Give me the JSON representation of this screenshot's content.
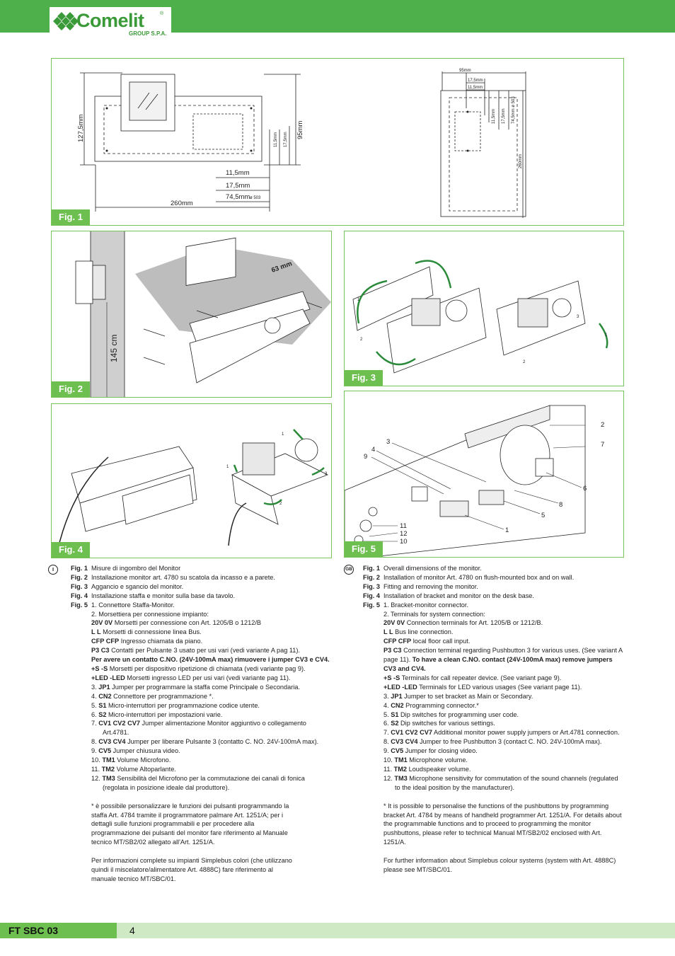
{
  "header": {
    "brand": "Comelit",
    "brand_sub": "GROUP S.P.A.",
    "reg": "®",
    "brand_color": "#3a9a37",
    "bar_color": "#4db04a"
  },
  "fig1": {
    "tag": "Fig. 1",
    "d_1275": "127,5mm",
    "d_260": "260mm",
    "d_95": "95mm",
    "d_115": "11,5mm",
    "d_175": "17,5mm",
    "d_745": "74,5mm",
    "d_503": "ø 503",
    "d_v115": "11,5mm",
    "d_v175": "17,5mm",
    "r_95": "95mm",
    "r_175": "17,5mm",
    "r_115": "11,5mm",
    "r_v115": "11,5mm",
    "r_v175": "17,5mm",
    "r_v745": "74,5mm ø 503",
    "r_260": "260mm"
  },
  "fig2": {
    "tag": "Fig. 2",
    "d_63": "63 mm",
    "d_145": "145 cm"
  },
  "fig3": {
    "tag": "Fig. 3",
    "c1": "1",
    "c2": "2",
    "c3": "3",
    "c4": "1",
    "c5": "2"
  },
  "fig4": {
    "tag": "Fig. 4",
    "c1": "1",
    "c2": "1",
    "c3": "2",
    "c4": "3"
  },
  "fig5": {
    "tag": "Fig. 5",
    "labels": [
      "2",
      "7",
      "6",
      "8",
      "5",
      "1",
      "3",
      "4",
      "9",
      "11",
      "12",
      "10"
    ]
  },
  "it": {
    "mark": "I",
    "figs": [
      {
        "label": "Fig. 1",
        "text": "Misure di ingombro del Monitor"
      },
      {
        "label": "Fig. 2",
        "text": "Installazione monitor art. 4780 su scatola da incasso e a parete."
      },
      {
        "label": "Fig. 3",
        "text": "Aggancio e sgancio del monitor."
      },
      {
        "label": "Fig. 4",
        "text": "Installazione staffa e monitor sulla base da tavolo."
      },
      {
        "label": "Fig. 5",
        "text": "1.   Connettore Staffa-Monitor."
      }
    ],
    "l2": "2.   Morsettiera per connessione impianto:",
    "l3b": "20V 0V",
    "l3": " Morsetti per connessione con Art. 1205/B o 1212/B",
    "l4b": "L L",
    "l4": " Morsetti di connessione linea Bus.",
    "l5b": "CFP CFP",
    "l5": " Ingresso chiamata da piano.",
    "l6b": "P3 C3",
    "l6": " Contatti per Pulsante 3 usato per usi vari (vedi variante A pag 11).",
    "l7b": "Per avere un contatto C.NO. (24V-100mA max) rimuovere i jumper CV3 e CV4.",
    "l8b": "+S -S",
    "l8": " Morsetti per dispositivo ripetizione di chiamata (vedi variante pag 9).",
    "l9b": "+LED -LED",
    "l9": " Morsetti ingresso LED per usi vari (vedi variante pag 11).",
    "n3a": "3.   ",
    "n3b": "JP1",
    "n3": " Jumper per programmare la staffa come Principale o Secondaria.",
    "n4a": "4.   ",
    "n4b": "CN2",
    "n4": " Connettore per programmazione *.",
    "n5a": "5.   ",
    "n5b": "S1",
    "n5": " Micro-interruttori per programmazione codice utente.",
    "n6a": "6.   ",
    "n6b": "S2",
    "n6": " Micro-interruttori per impostazioni varie.",
    "n7a": "7.   ",
    "n7b": "CV1 CV2 CV7",
    "n7": " Jumper alimentazione Monitor aggiuntivo o collegamento Art.4781.",
    "n8a": "8.   ",
    "n8b": "CV3 CV4",
    "n8": " Jumper per liberare Pulsante 3 (contatto C. NO. 24V-100mA max).",
    "n9a": "9.   ",
    "n9b": "CV5",
    "n9": " Jumper chiusura video.",
    "n10a": "10. ",
    "n10b": "TM1",
    "n10": " Volume Microfono.",
    "n11a": "11. ",
    "n11b": "TM2",
    "n11": " Volume Altoparlante.",
    "n12a": "12. ",
    "n12b": "TM3",
    "n12": " Sensibilità del Microfono per la commutazione dei canali di fonica (regolata in posizione ideale dal produttore).",
    "note1": "* è possibile personalizzare le funzioni dei pulsanti programmando la staffa Art. 4784 tramite il programmatore palmare Art. 1251/A; per i dettagli sulle funzioni programmabili e per procedere alla programmazione dei pulsanti del monitor fare riferimento al Manuale tecnico MT/SB2/02 allegato all'Art. 1251/A.",
    "note2": "Per informazioni complete su impianti Simplebus colori (che utilizzano quindi il miscelatore/alimentatore Art. 4888C) fare riferimento al manuale tecnico MT/SBC/01."
  },
  "gb": {
    "mark": "GB",
    "figs": [
      {
        "label": "Fig. 1",
        "text": "Overall dimensions of the monitor."
      },
      {
        "label": "Fig. 2",
        "text": "Installation of monitor Art. 4780 on flush-mounted box and on wall."
      },
      {
        "label": "Fig. 3",
        "text": "Fitting and removing the monitor."
      },
      {
        "label": "Fig. 4",
        "text": "Installation of bracket and monitor on the desk base."
      },
      {
        "label": "Fig. 5",
        "text": "1.   Bracket-monitor connector."
      }
    ],
    "l2": "2.   Terminals for system connection:",
    "l3b": "20V 0V",
    "l3": " Connection terminals for Art. 1205/B or 1212/B.",
    "l4b": "L L",
    "l4": " Bus line connection.",
    "l5b": "CFP CFP",
    "l5": " local floor call input.",
    "l6b": "P3 C3",
    "l6": " Connection terminal regarding Pushbutton 3 for various uses. (See variant A page 11). ",
    "l6c": "To have a clean C.NO. contact (24V-100mA max) remove jumpers CV3 and CV4.",
    "l8b": "+S -S",
    "l8": " Terminals for call repeater device. (See variant page 9).",
    "l9b": "+LED -LED",
    "l9": " Terminals for LED various usages (See variant page 11).",
    "n3a": "3.   ",
    "n3b": "JP1",
    "n3": " Jumper to set bracket as Main or Secondary.",
    "n4a": "4.   ",
    "n4b": "CN2",
    "n4": " Programming connector.*",
    "n5a": "5.   ",
    "n5b": "S1",
    "n5": " Dip switches for programming user code.",
    "n6a": "6.   ",
    "n6b": "S2",
    "n6": " Dip switches for various settings.",
    "n7a": "7.   ",
    "n7b": "CV1 CV2 CV7",
    "n7": " Additional monitor power supply jumpers or Art.4781 connection.",
    "n8a": "8.   ",
    "n8b": "CV3 CV4",
    "n8": " Jumper to free Pushbutton 3 (contact C. NO. 24V-100mA max).",
    "n9a": "9.   ",
    "n9b": "CV5",
    "n9": " Jumper for closing video.",
    "n10a": "10. ",
    "n10b": "TM1",
    "n10": " Microphone volume.",
    "n11a": "11. ",
    "n11b": "TM2",
    "n11": " Loudspeaker volume.",
    "n12a": "12. ",
    "n12b": "TM3",
    "n12": " Microphone sensitivity for commutation of the sound channels (regulated to the ideal position by the manufacturer).",
    "note1": "* It is possible to personalise the functions of the pushbuttons by programming bracket Art. 4784 by means of handheld programmer Art. 1251/A. For details about the programmable functions and to proceed to programming the monitor pushbuttons, please refer to technical Manual MT/SB2/02 enclosed with Art. 1251/A.",
    "note2": "For further information about Simplebus colour systems (system with Art. 4888C) please see MT/SBC/01."
  },
  "footer": {
    "code": "FT SBC 03",
    "page": "4"
  }
}
